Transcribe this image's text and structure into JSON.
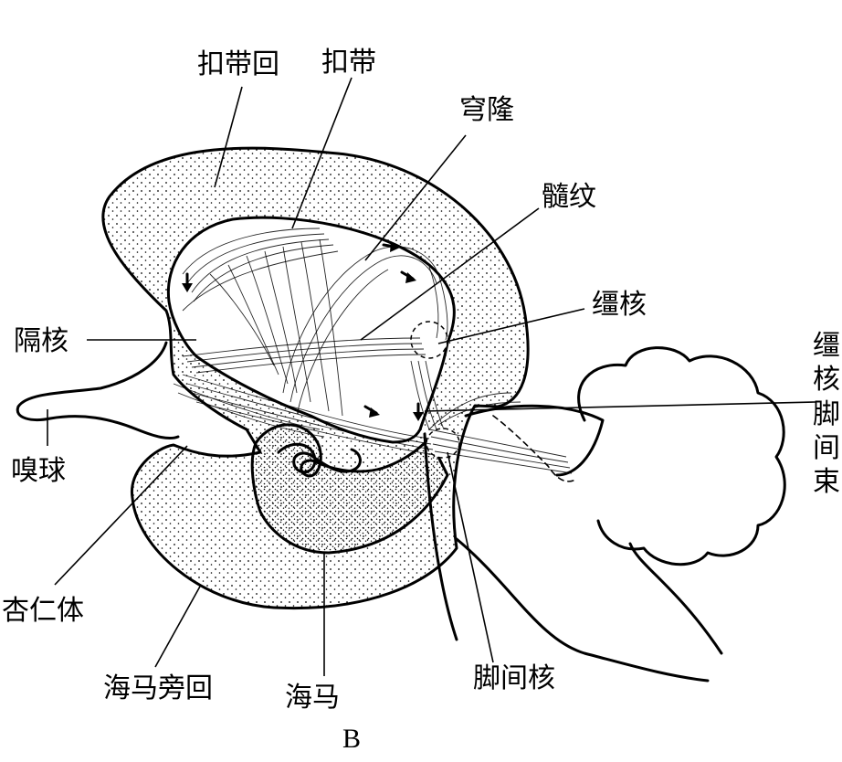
{
  "panel_label": "B",
  "labels": {
    "cingulate_gyrus": "扣带回",
    "cingulum": "扣带",
    "fornix": "穹隆",
    "stria_medullaris": "髓纹",
    "habenular_nucleus": "缰核",
    "habenulo_interpeduncular_tract": [
      "缰",
      "核",
      "脚",
      "间",
      "束"
    ],
    "septal_nucleus": "隔核",
    "olfactory_bulb": "嗅球",
    "amygdala": "杏仁体",
    "parahippocampal_gyrus": "海马旁回",
    "hippocampus": "海马",
    "interpeduncular_nucleus": "脚间核"
  }
}
